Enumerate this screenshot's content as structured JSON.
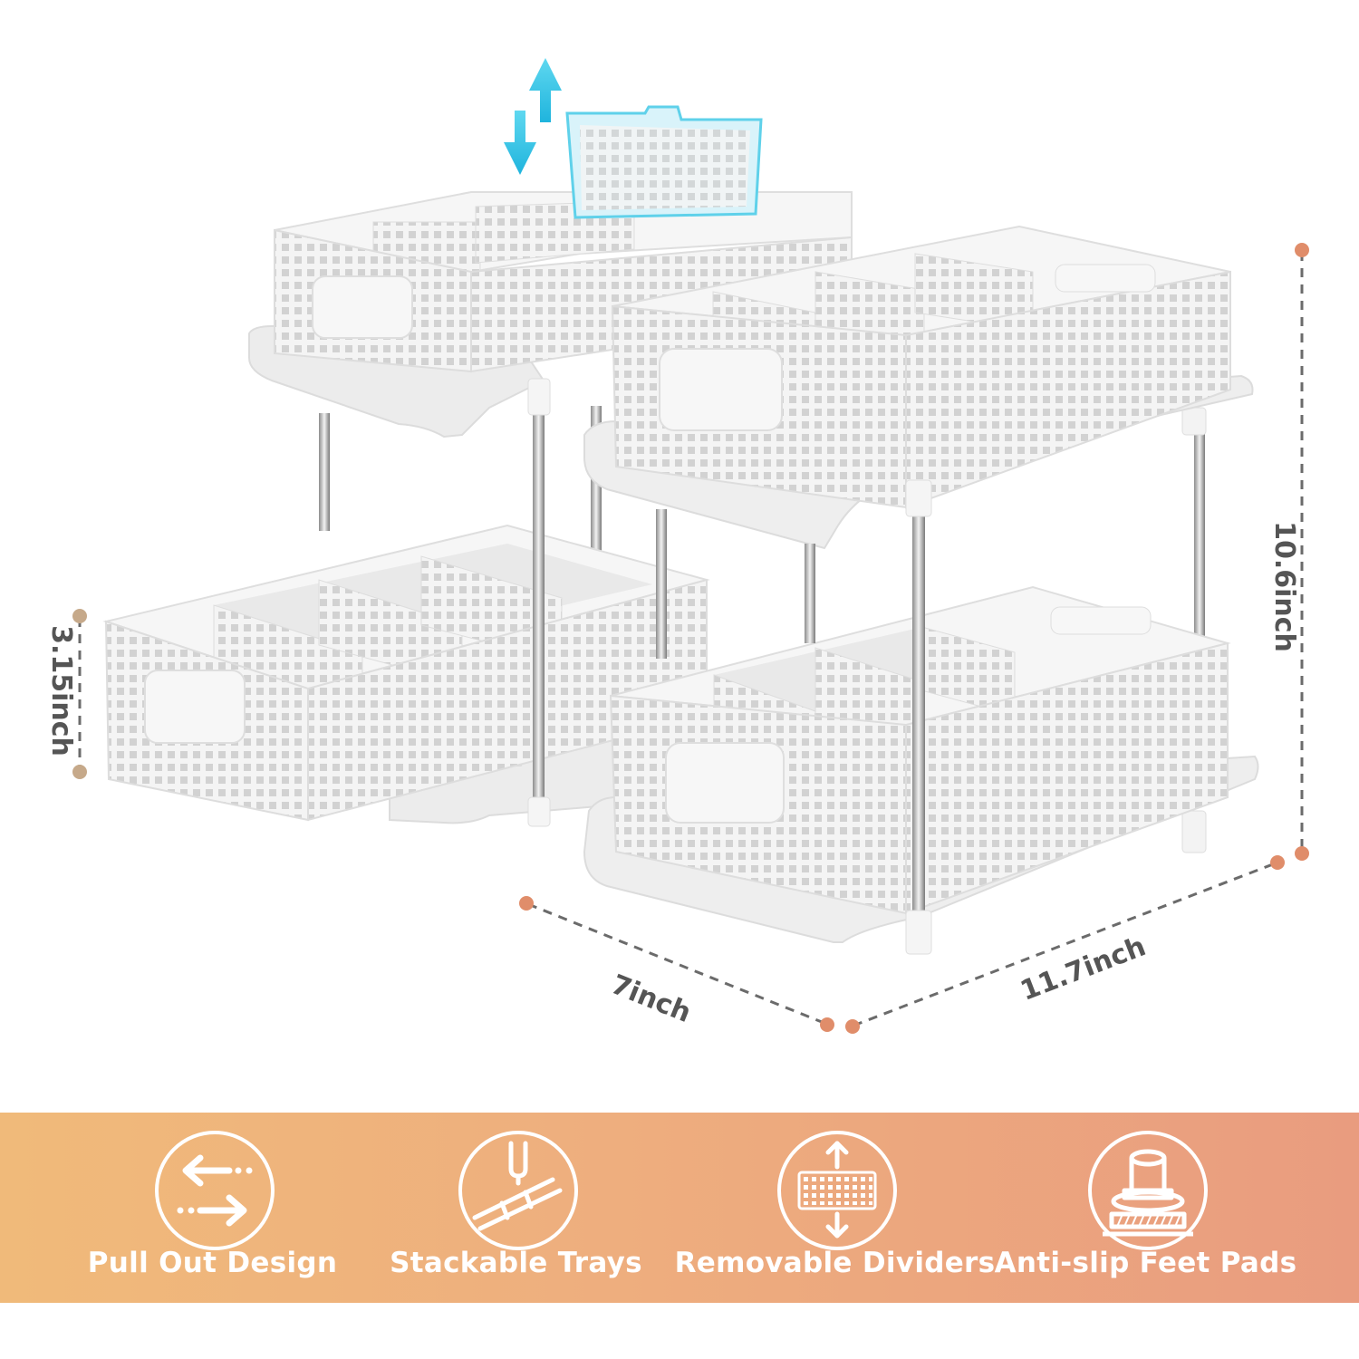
{
  "dimensions": {
    "height_total": "10.6inch",
    "height_tier": "3.15inch",
    "depth": "7inch",
    "width": "11.7inch"
  },
  "features": [
    {
      "label": "Pull Out Design",
      "icon": "pull-out-arrows-icon"
    },
    {
      "label": "Stackable Trays",
      "icon": "stackable-trays-icon"
    },
    {
      "label": "Removable Dividers",
      "icon": "removable-divider-icon"
    },
    {
      "label": "Anti-slip Feet Pads",
      "icon": "anti-slip-feet-icon"
    }
  ],
  "colors": {
    "banner_start": "#f0ba7a",
    "banner_end": "#e99c7f",
    "dot_orange": "#e08d6a",
    "dot_beige": "#c6a98a",
    "arrow_cyan": "#35c6e6",
    "dimension_text": "#555555"
  }
}
